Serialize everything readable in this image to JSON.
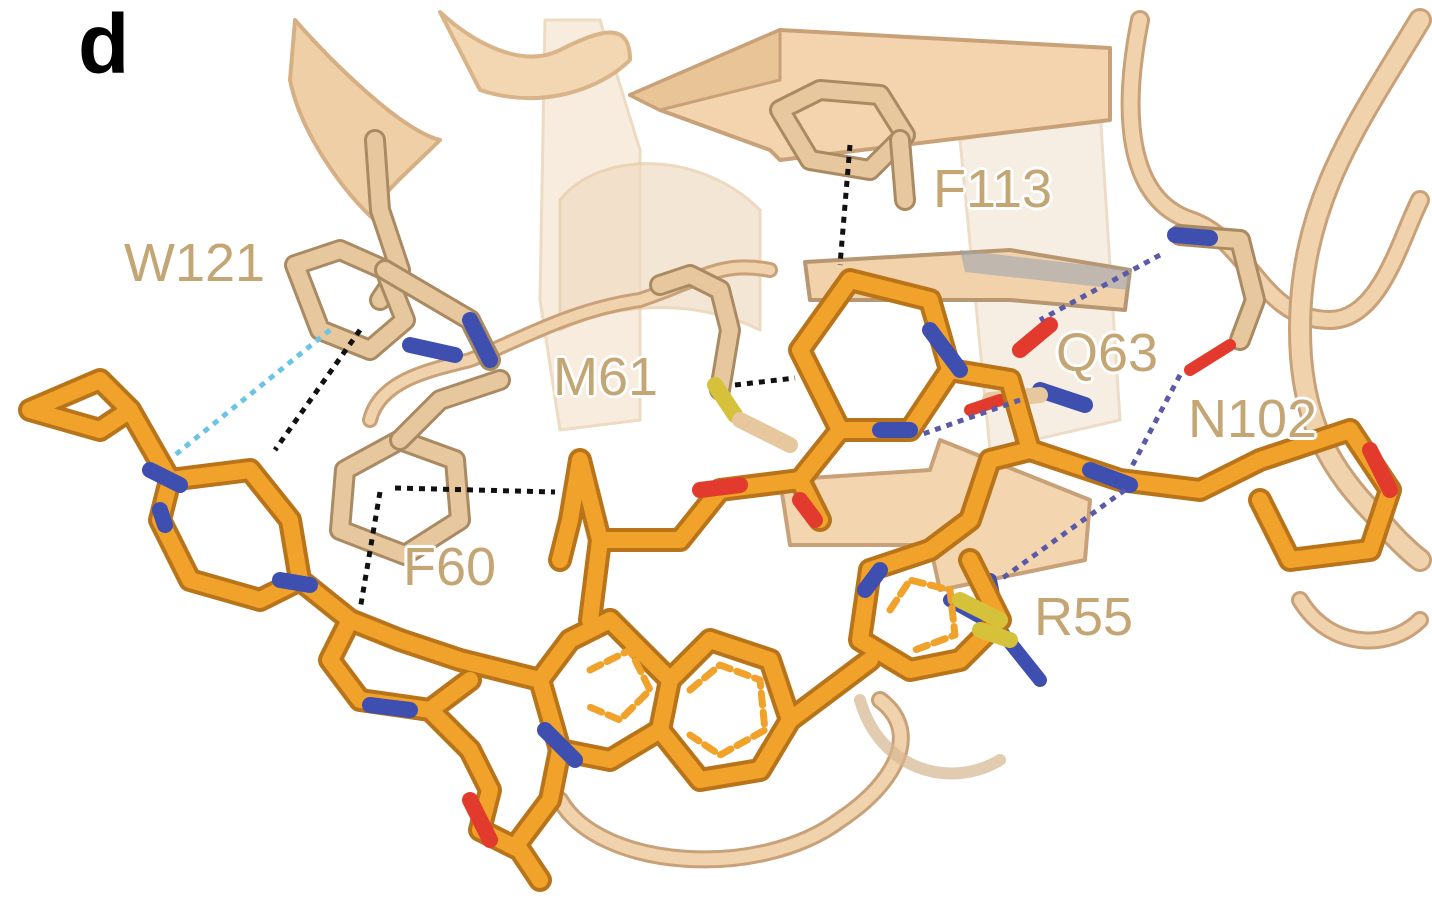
{
  "panel_label": "d",
  "residues": {
    "F113": "F113",
    "W121": "W121",
    "M61": "M61",
    "Q63": "Q63",
    "N102": "N102",
    "F60": "F60",
    "R55": "R55"
  },
  "colors": {
    "ligand_carbon": "#f0a22a",
    "protein_carbon": "#e8c9a0",
    "ribbon": "#f4d9b8",
    "nitrogen": "#3f4fb0",
    "oxygen": "#e23a2c",
    "sulfur": "#d6c23a",
    "label": "#c4a574",
    "hydrophobic_contact": "#111111",
    "hbond": "#5a5aa8",
    "pi_contact": "#6cc4e4"
  }
}
